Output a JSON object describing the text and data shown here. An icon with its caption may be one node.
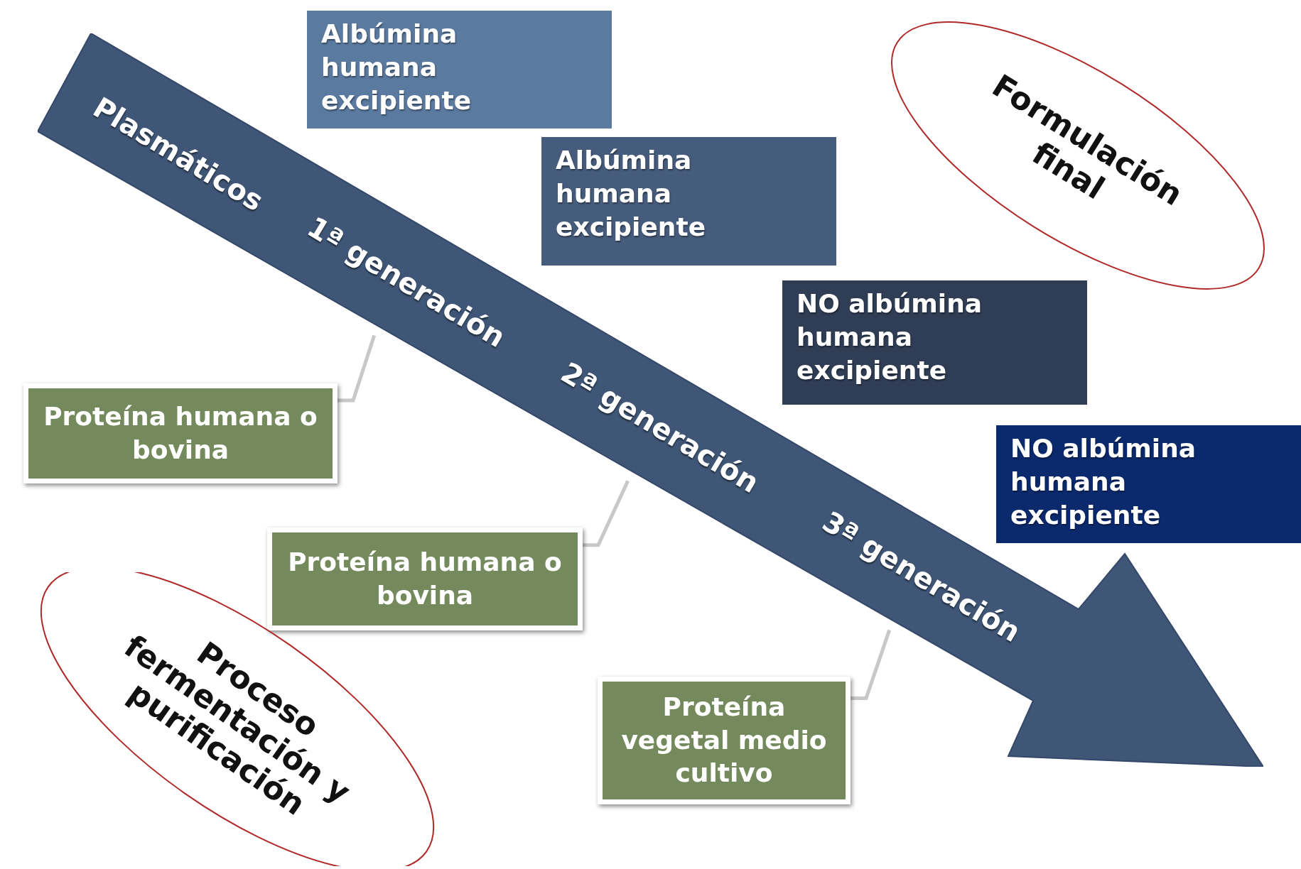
{
  "diagram": {
    "nodes": [
      {
        "text": [],
        "shape": "arrow"
      },
      {
        "text": [
          "Plasmáticos"
        ],
        "in": 0
      },
      {
        "text": [
          "1ª generación"
        ],
        "in": 0
      },
      {
        "text": [
          "2ª generación"
        ],
        "in": 0
      },
      {
        "text": [
          "3ª generación"
        ],
        "in": 0
      },
      {
        "text": [
          "Albúmina humana excipiente"
        ]
      },
      {
        "text": [
          "Albúmina humana excipiente"
        ]
      },
      {
        "text": [
          "NO albúmina humana excipiente"
        ]
      },
      {
        "text": [
          "NO albúmina humana excipiente"
        ]
      },
      {
        "text": [
          "Proteína humana o bovina"
        ]
      },
      {
        "text": [
          "Proteína humana o bovina"
        ]
      },
      {
        "text": [
          "Proteína vegetal medio cultivo"
        ]
      },
      {
        "text": [
          "Formulación final"
        ]
      },
      {
        "text": [
          "Proceso fermentación y purificación"
        ]
      }
    ],
    "edges": [
      {
        "from": 9,
        "to": 2,
        "arrow": "none"
      },
      {
        "from": 10,
        "to": 3,
        "arrow": "none"
      },
      {
        "from": 11,
        "to": 4,
        "arrow": "none"
      }
    ]
  }
}
